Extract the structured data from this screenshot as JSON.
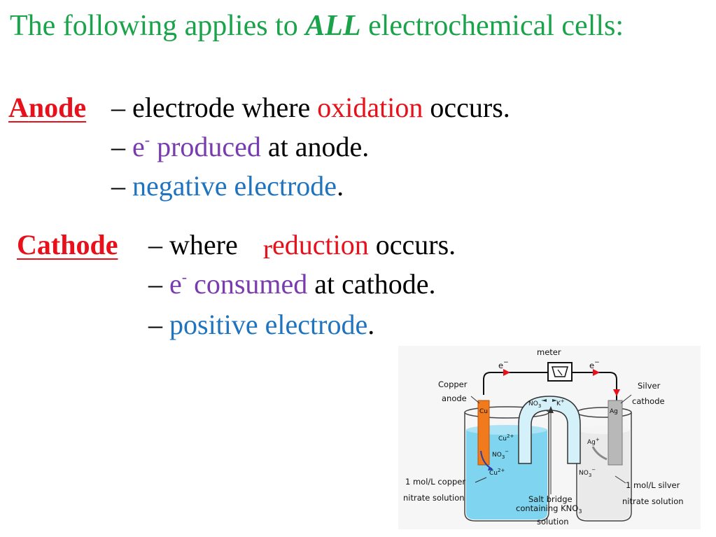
{
  "title": {
    "pre": "The following applies to ",
    "emph": "ALL",
    "post": " electrochemical cells:"
  },
  "anode": {
    "term_first": "A",
    "term_rest": "node",
    "l1_a": "– electrode where ",
    "l1_b": "oxidation",
    "l1_c": " occurs.",
    "l2_a": "– ",
    "l2_e": "e",
    "l2_sup": "-",
    "l2_b": " produced",
    "l2_c": " at anode.",
    "l3_a": "– ",
    "l3_b": "negative electrode",
    "l3_c": "."
  },
  "cathode": {
    "term_first": "C",
    "term_rest": "athode",
    "l1_a": "– where ",
    "l1_r": "r",
    "l1_b": "eduction",
    "l1_c": " occurs.",
    "l2_a": "– ",
    "l2_e": "e",
    "l2_sup": "-",
    "l2_b": " consumed",
    "l2_c": " at cathode.",
    "l3_a": "– ",
    "l3_b": "positive electrode",
    "l3_c": "."
  },
  "diagram": {
    "meter": "meter",
    "e_left": "e",
    "e_right": "e",
    "e_charge": "−",
    "copper": "Copper",
    "anode": "anode",
    "silver": "Silver",
    "cathode": "cathode",
    "cu": "Cu",
    "ag": "Ag",
    "no3": "NO",
    "k": "K",
    "cu2": "Cu",
    "no3_left": "NO",
    "cu2_bottom": "Cu",
    "ag_plus": "Ag",
    "no3_right": "NO",
    "left_sol_1": "1 mol/L copper",
    "left_sol_2": "nitrate solution",
    "bridge_1": "Salt bridge",
    "bridge_2": "containing KNO",
    "bridge_3": "solution",
    "right_sol_1": "1 mol/L silver",
    "right_sol_2": "nitrate solution",
    "sub3": "3",
    "plus": "+",
    "two_plus": "2+",
    "minus": "−"
  }
}
